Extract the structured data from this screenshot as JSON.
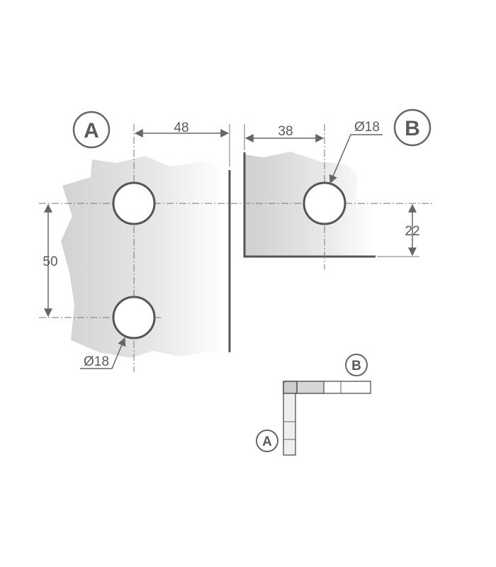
{
  "diagram": {
    "label_a": "A",
    "label_b": "B",
    "dim_a_width": "48",
    "dim_b_width": "38",
    "dim_a_spacing": "50",
    "dim_b_height": "22",
    "dia_a": "Ø18",
    "dia_b": "Ø18",
    "inset_label_a": "A",
    "inset_label_b": "B"
  },
  "colors": {
    "line": "#666666",
    "stroke": "#555555",
    "text": "#5a5a5a",
    "panel_light": "#ffffff",
    "panel_dark": "#d4d4d4"
  }
}
